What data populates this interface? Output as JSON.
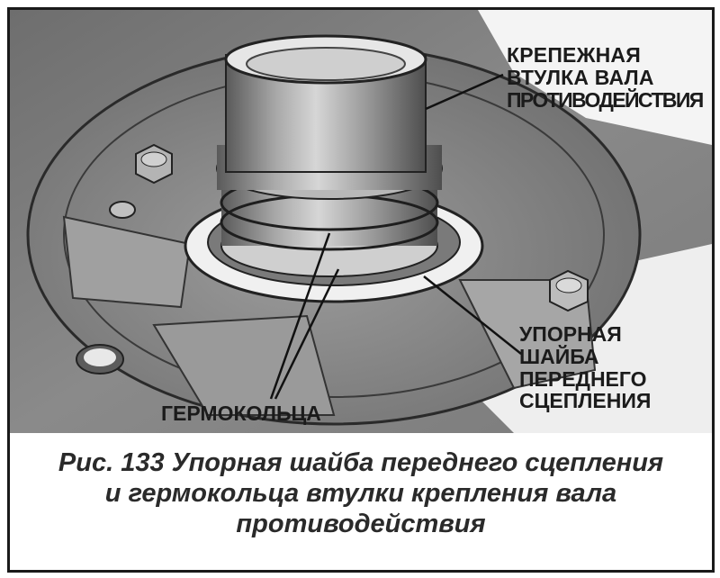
{
  "labels": {
    "top": [
      "КРЕПЕЖНАЯ",
      "ВТУЛКА ВАЛА",
      "ПРОТИВОДЕЙСТВИЯ"
    ],
    "right": [
      "УПОРНАЯ",
      "ШАЙБА",
      "ПЕРЕДНЕГО",
      "СЦЕПЛЕНИЯ"
    ],
    "bottom": "ГЕРМОКОЛЬЦА"
  },
  "caption": [
    "Рис. 133 Упорная шайба переднего сцепления",
    "и гермокольца втулки крепления вала",
    "противодействия"
  ]
}
